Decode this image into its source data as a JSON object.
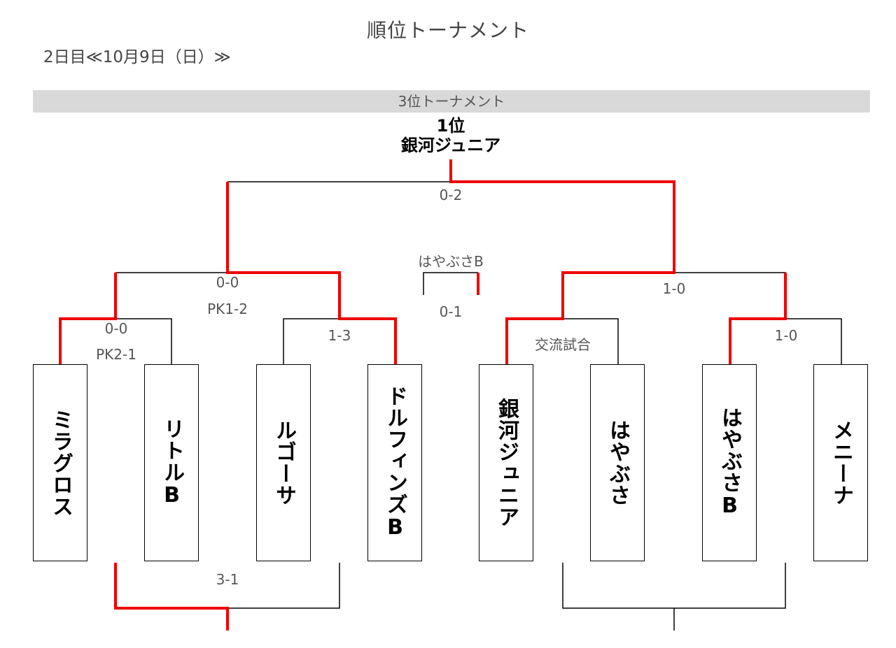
{
  "page": {
    "title": "順位トーナメント",
    "date": "2日目≪10月9日（日）≫"
  },
  "banner": {
    "label": "3位トーナメント"
  },
  "winner": {
    "rank": "1位",
    "name": "銀河ジュニア"
  },
  "teams": [
    "ミラグロス",
    "リトルB",
    "ルゴーサ",
    "ドルフィンズB",
    "銀河ジュニア",
    "はやぶさ",
    "はやぶさB",
    "メニーナ"
  ],
  "scores": {
    "final": "0-2",
    "semi_left": "0-0",
    "semi_left_pk": "PK1-2",
    "semi_right": "1-0",
    "qf_1": "0-0",
    "qf_1_pk": "PK2-1",
    "qf_2": "1-3",
    "qf_3": "交流試合",
    "qf_4": "1-0",
    "extra_match_team": "はやぶさB",
    "extra_match_score": "0-1",
    "bottom_left": "3-1"
  },
  "colors": {
    "winner_line": "#ee0000",
    "line": "#000000",
    "banner": "#d9d9d9"
  }
}
